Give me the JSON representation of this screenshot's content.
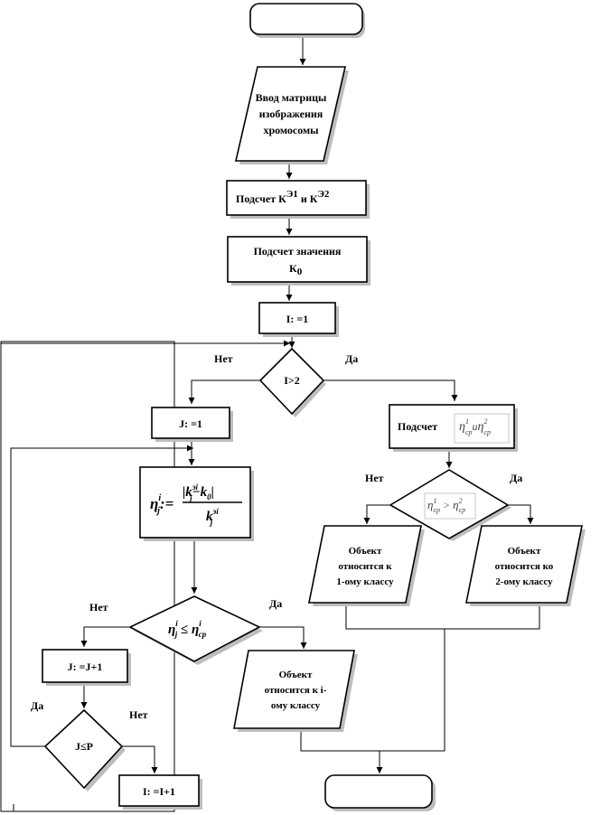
{
  "nodes": {
    "input": {
      "lines": [
        "Ввод матрицы",
        "изображения",
        "хромосомы"
      ]
    },
    "count_k": {
      "text": "Подсчет К",
      "sup1": "Э1",
      "mid": " и К",
      "sup2": "Э2"
    },
    "count_k0": {
      "lines": [
        "Подсчет значения",
        "К"
      ],
      "sub": "0"
    },
    "init_i": {
      "text": "I: =1"
    },
    "cond_i": {
      "text": "I>2"
    },
    "init_j": {
      "text": "J: =1"
    },
    "count_eta": {
      "text": "Подсчет"
    },
    "cond_eta": {},
    "obj_class1": {
      "lines": [
        "Объект",
        "относится к",
        "1-ому классу"
      ]
    },
    "obj_class2": {
      "lines": [
        "Объект",
        "относится ко",
        "2-ому классу"
      ]
    },
    "calc_eta": {},
    "cond_j": {},
    "obj_class_i": {
      "lines": [
        "Объект",
        "относится к i-",
        "ому классу"
      ]
    },
    "incr_j": {
      "text": "J: =J+1"
    },
    "cond_jp": {
      "text": "J≤P"
    },
    "incr_i": {
      "text": "I: =I+1"
    }
  },
  "labels": {
    "no": "Нет",
    "yes": "Да"
  }
}
